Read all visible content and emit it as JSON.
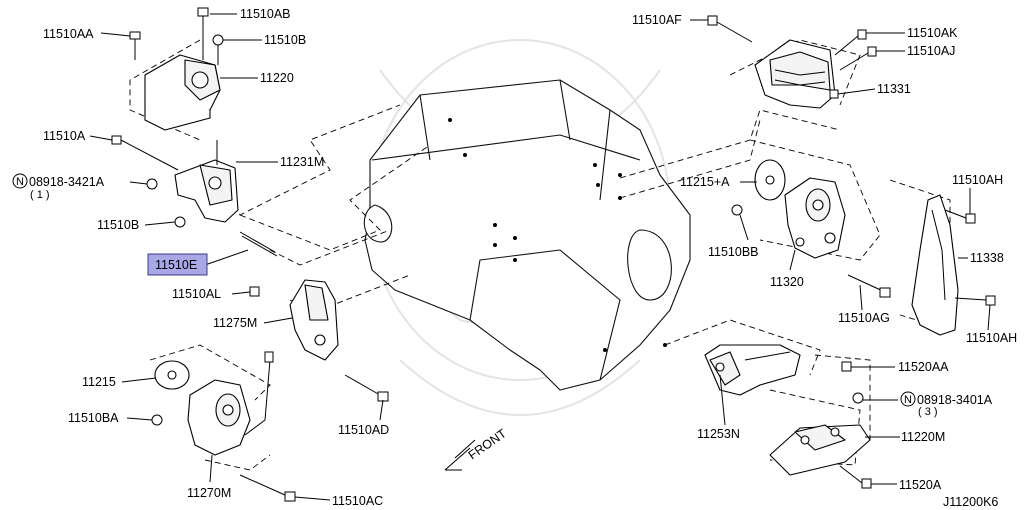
{
  "diagram_id": "J11200K6",
  "front_label": "FRONT",
  "highlight_color": "#a8a8e6",
  "labels": {
    "l_11510AA": "11510AA",
    "l_11510AB": "11510AB",
    "l_11510B_top": "11510B",
    "l_11220": "11220",
    "l_11510A": "11510A",
    "l_11231M": "11231M",
    "l_N08918_3421A": "08918-3421A",
    "l_N08918_3421A_qty": "( 1 )",
    "l_11510B_mid": "11510B",
    "l_11510E": "11510E",
    "l_11510AL": "11510AL",
    "l_11275M": "11275M",
    "l_11215": "11215",
    "l_11510BA": "11510BA",
    "l_11270M": "11270M",
    "l_11510AC": "11510AC",
    "l_11510AD": "11510AD",
    "l_11510AF": "11510AF",
    "l_11510AK": "11510AK",
    "l_11510AJ": "11510AJ",
    "l_11331": "11331",
    "l_11215A": "11215+A",
    "l_11510AH_top": "11510AH",
    "l_11510BB": "11510BB",
    "l_11338": "11338",
    "l_11320": "11320",
    "l_11510AG": "11510AG",
    "l_11510AH_bot": "11510AH",
    "l_11520AA": "11520AA",
    "l_N08918_3401A": "08918-3401A",
    "l_N08918_3401A_qty": "( 3 )",
    "l_11253N": "11253N",
    "l_11220M": "11220M",
    "l_11520A": "11520A",
    "n_symbol": "N"
  }
}
